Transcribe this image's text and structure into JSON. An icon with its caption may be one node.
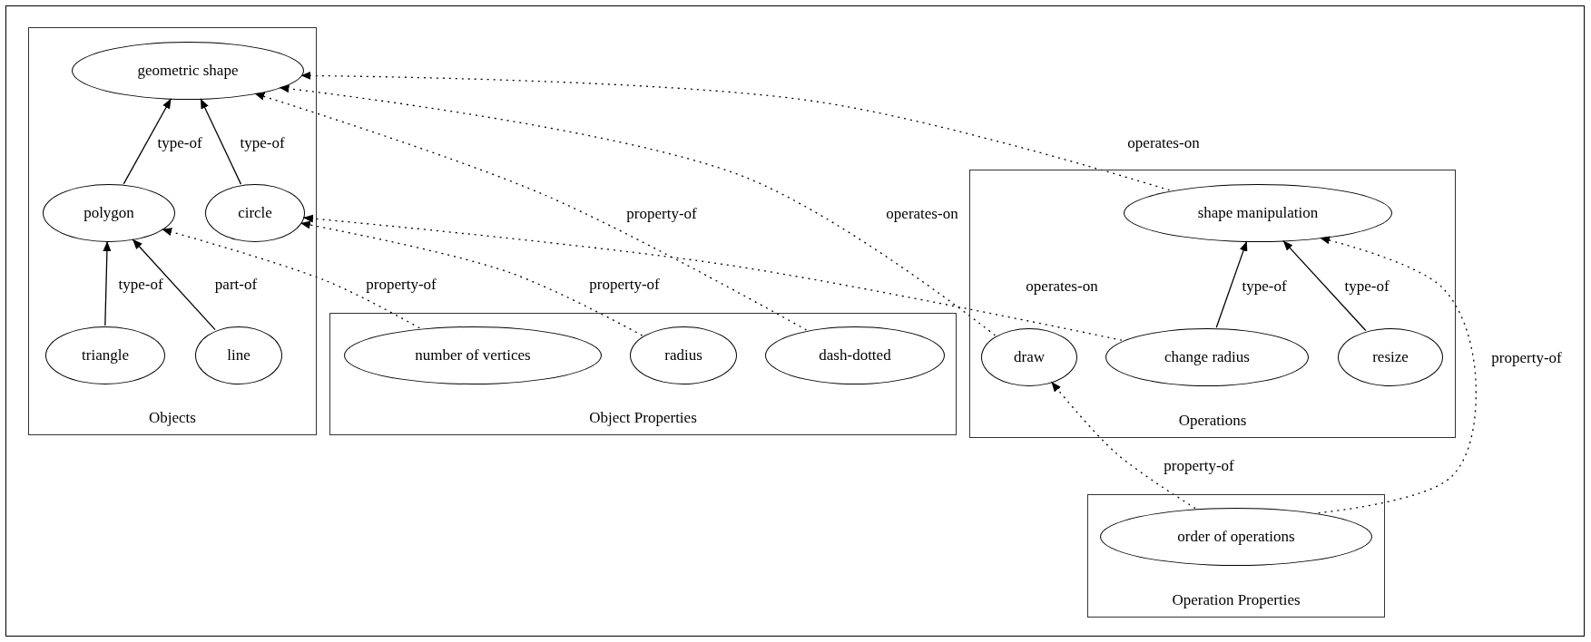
{
  "diagram": {
    "nodes": [
      {
        "text": [
          "Objects"
        ]
      },
      {
        "text": [
          "geometric shape"
        ],
        "in": 0
      },
      {
        "text": [
          "polygon"
        ],
        "in": 0
      },
      {
        "text": [
          "circle"
        ],
        "in": 0
      },
      {
        "text": [
          "triangle"
        ],
        "in": 0
      },
      {
        "text": [
          "line"
        ],
        "in": 0
      },
      {
        "text": [
          "Object Properties"
        ]
      },
      {
        "text": [
          "number of vertices"
        ],
        "in": 6
      },
      {
        "text": [
          "radius"
        ],
        "in": 6
      },
      {
        "text": [
          "dash-dotted"
        ],
        "in": 6
      },
      {
        "text": [
          "Operations"
        ]
      },
      {
        "text": [
          "shape manipulation"
        ],
        "in": 10
      },
      {
        "text": [
          "draw"
        ],
        "in": 10
      },
      {
        "text": [
          "change radius"
        ],
        "in": 10
      },
      {
        "text": [
          "resize"
        ],
        "in": 10
      },
      {
        "text": [
          "Operation Properties"
        ]
      },
      {
        "text": [
          "order of operations"
        ],
        "in": 15
      }
    ],
    "edges": [
      {
        "from": 2,
        "to": 1,
        "arrow": "to",
        "label": "type-of"
      },
      {
        "from": 3,
        "to": 1,
        "arrow": "to",
        "label": "type-of"
      },
      {
        "from": 4,
        "to": 2,
        "arrow": "to",
        "label": "type-of"
      },
      {
        "from": 5,
        "to": 2,
        "arrow": "to",
        "label": "part-of"
      },
      {
        "from": 7,
        "to": 2,
        "arrow": "to",
        "label": "property-of",
        "style": "dashed"
      },
      {
        "from": 8,
        "to": 3,
        "arrow": "to",
        "label": "property-of",
        "style": "dashed"
      },
      {
        "from": 9,
        "to": 1,
        "arrow": "to",
        "label": "property-of",
        "style": "dashed"
      },
      {
        "from": 12,
        "to": 1,
        "arrow": "to",
        "label": "operates-on",
        "style": "dashed"
      },
      {
        "from": 13,
        "to": 3,
        "arrow": "to",
        "label": "operates-on",
        "style": "dashed"
      },
      {
        "from": 11,
        "to": 1,
        "arrow": "to",
        "label": "operates-on",
        "style": "dashed"
      },
      {
        "from": 13,
        "to": 11,
        "arrow": "to",
        "label": "type-of"
      },
      {
        "from": 14,
        "to": 11,
        "arrow": "to",
        "label": "type-of"
      },
      {
        "from": 16,
        "to": 12,
        "arrow": "to",
        "label": "property-of",
        "style": "dashed"
      },
      {
        "from": 16,
        "to": 11,
        "arrow": "to",
        "label": "property-of",
        "style": "dashed"
      }
    ]
  }
}
